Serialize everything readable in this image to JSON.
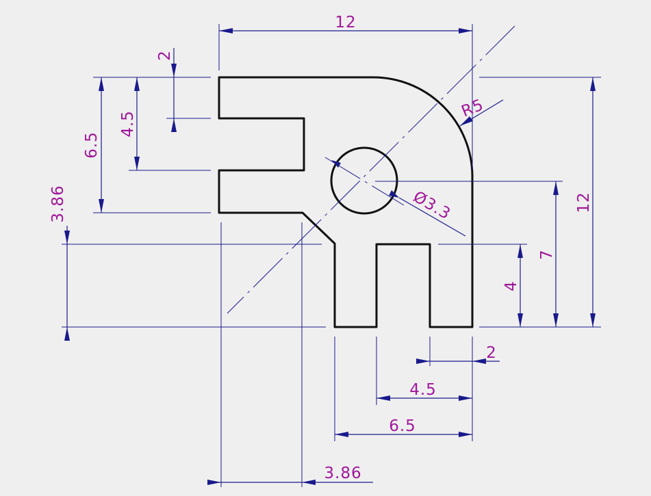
{
  "drawing": {
    "dimensions": {
      "top_width": "12",
      "right_height": "12",
      "slot_outer_left": "6.5",
      "slot_inner_left": "4.5",
      "tab_left": "2",
      "offset_left": "3.86",
      "offset_bottom": "3.86",
      "hole_center_height": "7",
      "slot_depth_right": "4",
      "tab_bottom": "2",
      "slot_inner_bottom": "4.5",
      "slot_outer_bottom": "6.5",
      "corner_radius": "R5",
      "hole_diameter": "Ø3.3"
    },
    "colors": {
      "profile": "#111111",
      "dimension_lines": "#1a1a8c",
      "dimension_text": "#a0179a",
      "background": "#efefef"
    }
  }
}
